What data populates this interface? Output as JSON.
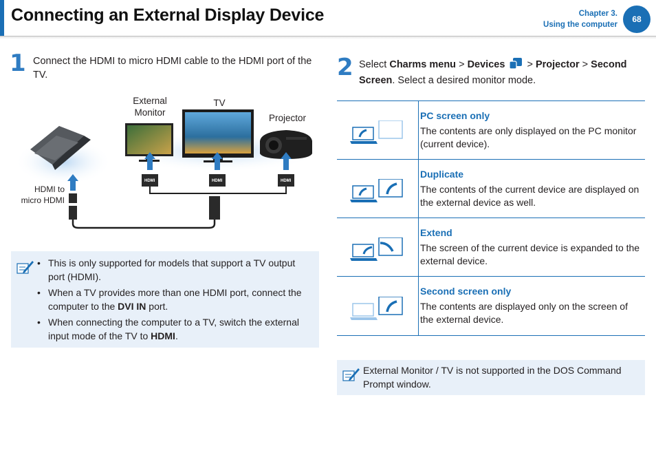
{
  "header": {
    "title": "Connecting an External Display Device",
    "chapter": "Chapter 3.",
    "chapter_name": "Using the computer",
    "page": "68"
  },
  "step1": {
    "number": "1",
    "text": "Connect the HDMI to micro HDMI cable to the HDMI port of the TV."
  },
  "diagram": {
    "label_external_1": "External",
    "label_external_2": "Monitor",
    "label_tv": "TV",
    "label_projector": "Projector",
    "label_cable_1": "HDMI to",
    "label_cable_2": "micro HDMI",
    "port_label": "HDMI"
  },
  "note1": {
    "b1": "This is only supported for models that support a TV output port (HDMI).",
    "b2_pre": "When a TV provides more than one HDMI port, connect the computer to the ",
    "b2_bold": "DVI IN",
    "b2_post": " port.",
    "b3_pre": "When connecting the computer to a TV, switch the external input mode of the TV to ",
    "b3_bold": "HDMI",
    "b3_post": "."
  },
  "step2": {
    "number": "2",
    "select": "Select ",
    "charms": "Charms menu",
    "sep": " > ",
    "devices": "Devices",
    "projector": "Projector",
    "second_screen": "Second Screen",
    "tail": ". Select a desired monitor mode."
  },
  "modes": [
    {
      "title": "PC screen only",
      "desc": "The contents are only displayed on the PC monitor (current device)."
    },
    {
      "title": "Duplicate",
      "desc": "The contents of the current device are displayed on the external device as well."
    },
    {
      "title": "Extend",
      "desc": "The screen of the current device is expanded to the external device."
    },
    {
      "title": "Second screen only",
      "desc": "The contents are displayed only on the screen of the external device."
    }
  ],
  "note2": {
    "text": "External Monitor / TV is not supported in the DOS Command Prompt window."
  },
  "colors": {
    "accent": "#1a6fb5",
    "note_bg": "#e8f0f9",
    "step_number": "#2f7cc2"
  }
}
